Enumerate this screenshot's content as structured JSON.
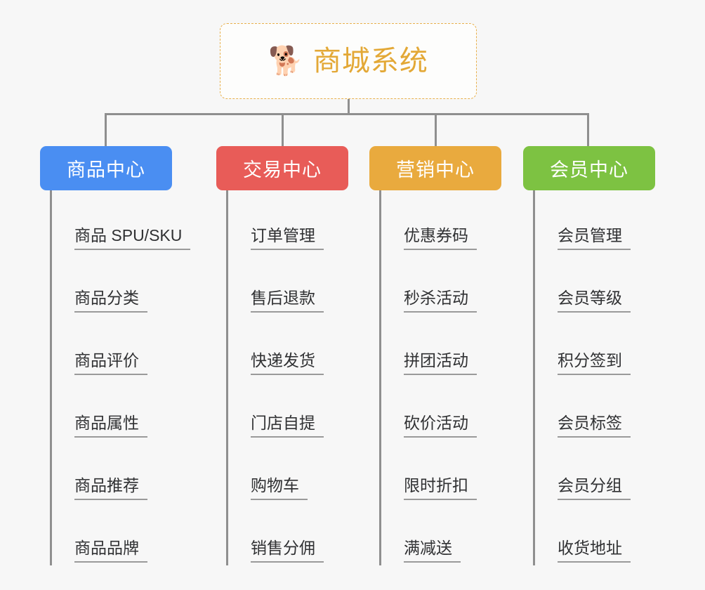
{
  "background_color": "#f7f7f7",
  "root": {
    "icon": "dog-face-emoji",
    "icon_glyph": "🐕",
    "title": "商城系统",
    "color": "#e3a836",
    "border_color": "#e8b04b"
  },
  "branches": [
    {
      "id": "product-center",
      "label": "商品中心",
      "color": "#4a8ef2",
      "items": [
        "商品 SPU/SKU",
        "商品分类",
        "商品评价",
        "商品属性",
        "商品推荐",
        "商品品牌"
      ]
    },
    {
      "id": "trade-center",
      "label": "交易中心",
      "color": "#e85c58",
      "items": [
        "订单管理",
        "售后退款",
        "快递发货",
        "门店自提",
        "购物车",
        "销售分佣"
      ]
    },
    {
      "id": "marketing-center",
      "label": "营销中心",
      "color": "#e9aa3e",
      "items": [
        "优惠券码",
        "秒杀活动",
        "拼团活动",
        "砍价活动",
        "限时折扣",
        "满减送"
      ]
    },
    {
      "id": "member-center",
      "label": "会员中心",
      "color": "#7dc242",
      "items": [
        "会员管理",
        "会员等级",
        "积分签到",
        "会员标签",
        "会员分组",
        "收货地址"
      ]
    }
  ],
  "connector_color": "#8f8f8f"
}
